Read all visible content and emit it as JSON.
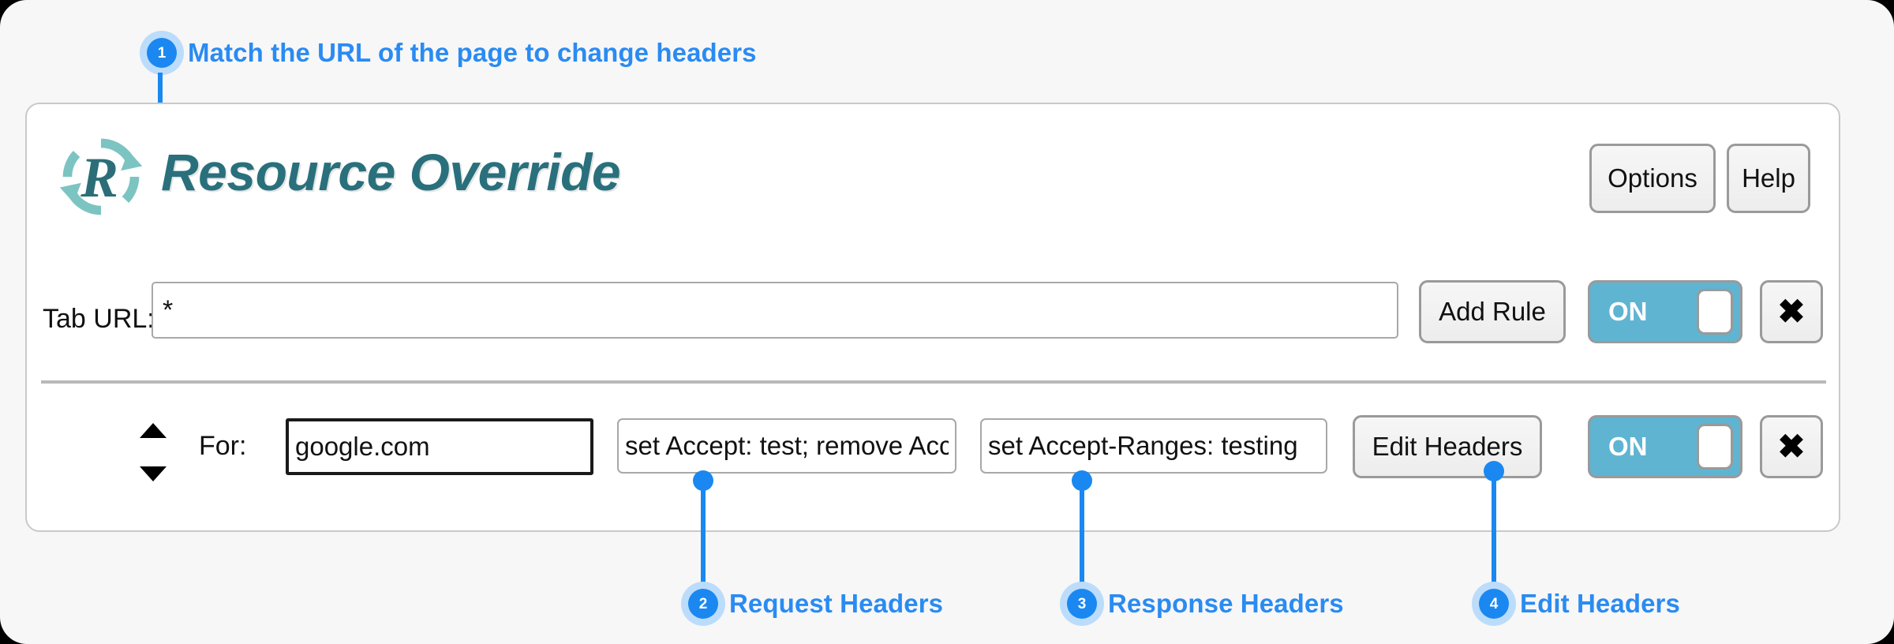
{
  "app": {
    "title": "Resource Override",
    "logo_icon": "refresh-circle-r-logo"
  },
  "header": {
    "options_label": "Options",
    "help_label": "Help"
  },
  "tab_url_row": {
    "label": "Tab URL:",
    "value": "*",
    "add_rule_label": "Add Rule",
    "toggle_label": "ON",
    "close_label": "✖"
  },
  "rule_row": {
    "sort_icon": "sort-up-down-icon",
    "for_label": "For:",
    "match_value": "google.com",
    "request_headers_value": "set Accept: test; remove Accept-Encoding",
    "response_headers_value": "set Accept-Ranges: testing",
    "edit_headers_label": "Edit Headers",
    "toggle_label": "ON",
    "close_label": "✖"
  },
  "annotations": [
    {
      "number": "1",
      "label": "Match the URL of the page to change headers"
    },
    {
      "number": "2",
      "label": "Request Headers"
    },
    {
      "number": "3",
      "label": "Response Headers"
    },
    {
      "number": "4",
      "label": "Edit Headers"
    }
  ],
  "colors": {
    "accent": "#1a88f0",
    "accent_halo": "#bcdcfb",
    "label_text": "#2a8bf2",
    "brand_teal": "#29707c",
    "toggle_on": "#5fb4d2",
    "page_bg": "#f7f7f7"
  }
}
